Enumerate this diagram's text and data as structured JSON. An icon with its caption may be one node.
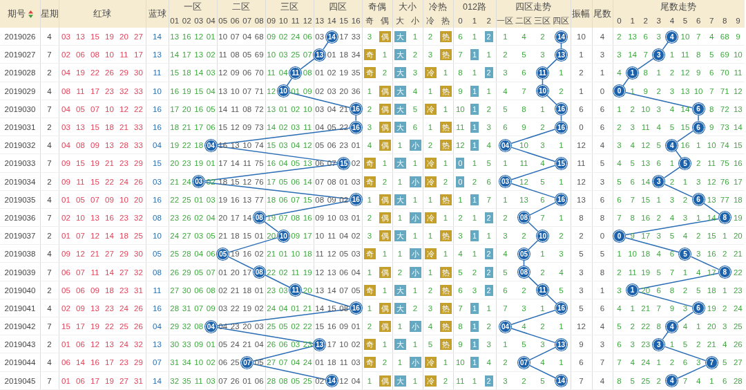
{
  "diagram": {
    "nodes": [
      {
        "text": [
          "14"
        ]
      },
      {
        "text": [
          "14"
        ]
      },
      {
        "text": [
          "4"
        ]
      },
      {
        "text": [
          "13"
        ]
      },
      {
        "text": [
          "13"
        ]
      },
      {
        "text": [
          "3"
        ]
      },
      {
        "text": [
          "11"
        ]
      },
      {
        "text": [
          "11"
        ]
      },
      {
        "text": [
          "1"
        ]
      },
      {
        "text": [
          "10"
        ]
      },
      {
        "text": [
          "10"
        ]
      },
      {
        "text": [
          "0"
        ]
      },
      {
        "text": [
          "16"
        ]
      },
      {
        "text": [
          "16"
        ]
      },
      {
        "text": [
          "6"
        ]
      },
      {
        "text": [
          "16"
        ]
      },
      {
        "text": [
          "16"
        ]
      },
      {
        "text": [
          "6"
        ]
      },
      {
        "text": [
          "04"
        ]
      },
      {
        "text": [
          "04"
        ]
      },
      {
        "text": [
          "4"
        ]
      },
      {
        "text": [
          "15"
        ]
      },
      {
        "text": [
          "15"
        ]
      },
      {
        "text": [
          "5"
        ]
      },
      {
        "text": [
          "03"
        ]
      },
      {
        "text": [
          "03"
        ]
      },
      {
        "text": [
          "3"
        ]
      },
      {
        "text": [
          "16"
        ]
      },
      {
        "text": [
          "16"
        ]
      },
      {
        "text": [
          "6"
        ]
      },
      {
        "text": [
          "08"
        ]
      },
      {
        "text": [
          "08"
        ]
      },
      {
        "text": [
          "8"
        ]
      },
      {
        "text": [
          "10"
        ]
      },
      {
        "text": [
          "10"
        ]
      },
      {
        "text": [
          "0"
        ]
      },
      {
        "text": [
          "05"
        ]
      },
      {
        "text": [
          "05"
        ]
      },
      {
        "text": [
          "5"
        ]
      },
      {
        "text": [
          "08"
        ]
      },
      {
        "text": [
          "08"
        ]
      },
      {
        "text": [
          "8"
        ]
      },
      {
        "text": [
          "11"
        ]
      },
      {
        "text": [
          "11"
        ]
      },
      {
        "text": [
          "1"
        ]
      },
      {
        "text": [
          "16"
        ]
      },
      {
        "text": [
          "16"
        ]
      },
      {
        "text": [
          "6"
        ]
      },
      {
        "text": [
          "04"
        ]
      },
      {
        "text": [
          "04"
        ]
      },
      {
        "text": [
          "4"
        ]
      },
      {
        "text": [
          "13"
        ]
      },
      {
        "text": [
          "13"
        ]
      },
      {
        "text": [
          "3"
        ]
      },
      {
        "text": [
          "07"
        ]
      },
      {
        "text": [
          "07"
        ]
      },
      {
        "text": [
          "7"
        ]
      },
      {
        "text": [
          "14"
        ]
      },
      {
        "text": [
          "14"
        ]
      },
      {
        "text": [
          "4"
        ]
      }
    ],
    "edges": [
      {
        "from": 0,
        "to": 3,
        "arrow": "none"
      },
      {
        "from": 1,
        "to": 4,
        "arrow": "none"
      },
      {
        "from": 2,
        "to": 5,
        "arrow": "none"
      },
      {
        "from": 3,
        "to": 6,
        "arrow": "none"
      },
      {
        "from": 4,
        "to": 7,
        "arrow": "none"
      },
      {
        "from": 5,
        "to": 8,
        "arrow": "none"
      },
      {
        "from": 6,
        "to": 9,
        "arrow": "none"
      },
      {
        "from": 7,
        "to": 10,
        "arrow": "none"
      },
      {
        "from": 8,
        "to": 11,
        "arrow": "none"
      },
      {
        "from": 9,
        "to": 12,
        "arrow": "none"
      },
      {
        "from": 10,
        "to": 13,
        "arrow": "none"
      },
      {
        "from": 11,
        "to": 14,
        "arrow": "none"
      },
      {
        "from": 12,
        "to": 15,
        "arrow": "none"
      },
      {
        "from": 13,
        "to": 16,
        "arrow": "none"
      },
      {
        "from": 14,
        "to": 17,
        "arrow": "none"
      },
      {
        "from": 15,
        "to": 18,
        "arrow": "none"
      },
      {
        "from": 16,
        "to": 19,
        "arrow": "none"
      },
      {
        "from": 17,
        "to": 20,
        "arrow": "none"
      },
      {
        "from": 18,
        "to": 21,
        "arrow": "none"
      },
      {
        "from": 19,
        "to": 22,
        "arrow": "none"
      },
      {
        "from": 20,
        "to": 23,
        "arrow": "none"
      },
      {
        "from": 21,
        "to": 24,
        "arrow": "none"
      },
      {
        "from": 22,
        "to": 25,
        "arrow": "none"
      },
      {
        "from": 23,
        "to": 26,
        "arrow": "none"
      },
      {
        "from": 24,
        "to": 27,
        "arrow": "none"
      },
      {
        "from": 25,
        "to": 28,
        "arrow": "none"
      },
      {
        "from": 26,
        "to": 29,
        "arrow": "none"
      },
      {
        "from": 27,
        "to": 30,
        "arrow": "none"
      },
      {
        "from": 28,
        "to": 31,
        "arrow": "none"
      },
      {
        "from": 29,
        "to": 32,
        "arrow": "none"
      },
      {
        "from": 30,
        "to": 33,
        "arrow": "none"
      },
      {
        "from": 31,
        "to": 34,
        "arrow": "none"
      },
      {
        "from": 32,
        "to": 35,
        "arrow": "none"
      },
      {
        "from": 33,
        "to": 36,
        "arrow": "none"
      },
      {
        "from": 34,
        "to": 37,
        "arrow": "none"
      },
      {
        "from": 35,
        "to": 38,
        "arrow": "none"
      },
      {
        "from": 36,
        "to": 39,
        "arrow": "none"
      },
      {
        "from": 37,
        "to": 40,
        "arrow": "none"
      },
      {
        "from": 38,
        "to": 41,
        "arrow": "none"
      },
      {
        "from": 39,
        "to": 42,
        "arrow": "none"
      },
      {
        "from": 40,
        "to": 43,
        "arrow": "none"
      },
      {
        "from": 41,
        "to": 44,
        "arrow": "none"
      },
      {
        "from": 42,
        "to": 45,
        "arrow": "none"
      },
      {
        "from": 43,
        "to": 46,
        "arrow": "none"
      },
      {
        "from": 44,
        "to": 47,
        "arrow": "none"
      },
      {
        "from": 45,
        "to": 48,
        "arrow": "none"
      },
      {
        "from": 46,
        "to": 49,
        "arrow": "none"
      },
      {
        "from": 47,
        "to": 50,
        "arrow": "none"
      },
      {
        "from": 48,
        "to": 51,
        "arrow": "none"
      },
      {
        "from": 49,
        "to": 52,
        "arrow": "none"
      },
      {
        "from": 50,
        "to": 53,
        "arrow": "none"
      },
      {
        "from": 51,
        "to": 54,
        "arrow": "none"
      },
      {
        "from": 52,
        "to": 55,
        "arrow": "none"
      },
      {
        "from": 53,
        "to": 56,
        "arrow": "none"
      },
      {
        "from": 54,
        "to": 57,
        "arrow": "none"
      },
      {
        "from": 55,
        "to": 58,
        "arrow": "none"
      },
      {
        "from": 56,
        "to": 59,
        "arrow": "none"
      }
    ],
    "labels": [
      "期号",
      "星期",
      "红球",
      "蓝球",
      "一区",
      "二区",
      "三区",
      "四区",
      "奇偶",
      "大小",
      "冷热",
      "012路",
      "四区走势",
      "振幅",
      "尾数",
      "尾数走势",
      "01",
      "02",
      "03",
      "04",
      "05",
      "06",
      "07",
      "08",
      "09",
      "10",
      "11",
      "12",
      "13",
      "14",
      "15",
      "16",
      "奇",
      "偶",
      "大",
      "小",
      "冷",
      "热",
      "0",
      "1",
      "2",
      "一区",
      "二区",
      "三区",
      "四区",
      "0",
      "1",
      "2",
      "3",
      "4",
      "5",
      "6",
      "7",
      "8",
      "9",
      "2019026",
      "4",
      "03",
      "13",
      "15",
      "19",
      "20",
      "27",
      "14",
      "13",
      "16",
      "12",
      "01",
      "10",
      "07",
      "04",
      "68",
      "09",
      "02",
      "24",
      "06",
      "03",
      "17",
      "33",
      "3",
      "偶",
      "大",
      "1",
      "2",
      "热",
      "6",
      "1",
      "2",
      "1",
      "4",
      "2",
      "10",
      "4",
      "2",
      "13",
      "6",
      "3",
      "10",
      "7",
      "4",
      "68",
      "9",
      "2019027",
      "7",
      "02",
      "06",
      "08",
      "10",
      "11",
      "17",
      "13",
      "14",
      "17",
      "13",
      "02",
      "11",
      "08",
      "05",
      "69",
      "10",
      "03",
      "25",
      "07",
      "01",
      "18",
      "34",
      "奇",
      "1",
      "大",
      "2",
      "3",
      "热",
      "7",
      "1",
      "1",
      "2",
      "5",
      "3",
      "1",
      "3",
      "3",
      "14",
      "7",
      "1",
      "11",
      "8",
      "5",
      "69",
      "10",
      "2019028",
      "2",
      "04",
      "19",
      "22",
      "26",
      "29",
      "30",
      "11",
      "15",
      "18",
      "14",
      "03",
      "12",
      "09",
      "06",
      "70",
      "11",
      "04",
      "08",
      "01",
      "02",
      "19",
      "35",
      "奇",
      "2",
      "大",
      "3",
      "冷",
      "1",
      "8",
      "1",
      "2",
      "3",
      "6",
      "1",
      "2",
      "1",
      "4",
      "8",
      "1",
      "2",
      "12",
      "9",
      "6",
      "70",
      "11",
      "2019029",
      "4",
      "08",
      "11",
      "17",
      "23",
      "32",
      "33",
      "10",
      "16",
      "19",
      "15",
      "04",
      "13",
      "10",
      "07",
      "71",
      "12",
      "01",
      "09",
      "02",
      "03",
      "20",
      "36",
      "1",
      "偶",
      "大",
      "4",
      "1",
      "热",
      "9",
      "1",
      "1",
      "4",
      "7",
      "2",
      "1",
      "0",
      "1",
      "9",
      "2",
      "3",
      "13",
      "10",
      "7",
      "71",
      "12",
      "2019030",
      "7",
      "04",
      "05",
      "07",
      "10",
      "12",
      "22",
      "16",
      "17",
      "20",
      "16",
      "05",
      "14",
      "11",
      "08",
      "72",
      "13",
      "01",
      "02",
      "10",
      "03",
      "04",
      "21",
      "2",
      "偶",
      "大",
      "5",
      "冷",
      "1",
      "10",
      "1",
      "2",
      "5",
      "8",
      "1",
      "6",
      "6",
      "1",
      "2",
      "10",
      "3",
      "4",
      "14",
      "8",
      "72",
      "13",
      "2019031",
      "2",
      "03",
      "13",
      "15",
      "18",
      "21",
      "33",
      "16",
      "18",
      "21",
      "17",
      "06",
      "15",
      "12",
      "09",
      "73",
      "14",
      "02",
      "03",
      "11",
      "04",
      "05",
      "22",
      "3",
      "偶",
      "大",
      "6",
      "1",
      "热",
      "11",
      "1",
      "3",
      "6",
      "9",
      "2",
      "0",
      "6",
      "2",
      "3",
      "11",
      "4",
      "5",
      "15",
      "9",
      "73",
      "14",
      "2019032",
      "4",
      "04",
      "08",
      "09",
      "13",
      "28",
      "33",
      "04",
      "19",
      "22",
      "18",
      "16",
      "13",
      "10",
      "74",
      "15",
      "03",
      "04",
      "12",
      "05",
      "06",
      "23",
      "01",
      "4",
      "偶",
      "1",
      "小",
      "2",
      "热",
      "12",
      "1",
      "4",
      "10",
      "3",
      "1",
      "12",
      "4",
      "3",
      "4",
      "12",
      "5",
      "16",
      "1",
      "10",
      "74",
      "15",
      "2019033",
      "7",
      "09",
      "15",
      "19",
      "21",
      "23",
      "29",
      "15",
      "20",
      "23",
      "19",
      "01",
      "17",
      "14",
      "11",
      "75",
      "16",
      "04",
      "05",
      "13",
      "06",
      "07",
      "02",
      "奇",
      "1",
      "大",
      "1",
      "冷",
      "1",
      "0",
      "1",
      "5",
      "1",
      "11",
      "4",
      "11",
      "5",
      "4",
      "5",
      "13",
      "6",
      "1",
      "2",
      "11",
      "75",
      "16",
      "2019034",
      "2",
      "09",
      "11",
      "15",
      "22",
      "24",
      "26",
      "03",
      "21",
      "24",
      "02",
      "18",
      "15",
      "12",
      "76",
      "17",
      "05",
      "06",
      "14",
      "07",
      "08",
      "01",
      "03",
      "奇",
      "2",
      "1",
      "小",
      "冷",
      "2",
      "0",
      "2",
      "6",
      "12",
      "5",
      "1",
      "12",
      "3",
      "5",
      "6",
      "14",
      "2",
      "1",
      "3",
      "12",
      "76",
      "17",
      "2019035",
      "4",
      "01",
      "05",
      "07",
      "09",
      "10",
      "20",
      "16",
      "22",
      "25",
      "01",
      "03",
      "19",
      "16",
      "13",
      "77",
      "18",
      "06",
      "07",
      "15",
      "08",
      "09",
      "02",
      "1",
      "偶",
      "大",
      "1",
      "1",
      "热",
      "1",
      "1",
      "7",
      "1",
      "13",
      "6",
      "13",
      "6",
      "6",
      "7",
      "15",
      "1",
      "3",
      "2",
      "13",
      "77",
      "18",
      "2019036",
      "7",
      "02",
      "10",
      "13",
      "16",
      "23",
      "32",
      "08",
      "23",
      "26",
      "02",
      "04",
      "20",
      "17",
      "14",
      "19",
      "07",
      "08",
      "16",
      "09",
      "10",
      "03",
      "01",
      "2",
      "偶",
      "1",
      "小",
      "冷",
      "1",
      "2",
      "1",
      "2",
      "2",
      "7",
      "1",
      "8",
      "8",
      "7",
      "8",
      "16",
      "2",
      "4",
      "3",
      "1",
      "14",
      "19",
      "2019037",
      "2",
      "01",
      "07",
      "12",
      "14",
      "18",
      "25",
      "10",
      "24",
      "27",
      "03",
      "05",
      "21",
      "18",
      "15",
      "01",
      "20",
      "09",
      "17",
      "10",
      "11",
      "04",
      "02",
      "3",
      "偶",
      "大",
      "1",
      "1",
      "热",
      "3",
      "1",
      "1",
      "3",
      "2",
      "2",
      "2",
      "0",
      "9",
      "17",
      "3",
      "5",
      "4",
      "2",
      "15",
      "1",
      "20",
      "2019038",
      "4",
      "09",
      "12",
      "21",
      "27",
      "29",
      "30",
      "05",
      "25",
      "28",
      "04",
      "06",
      "19",
      "16",
      "02",
      "21",
      "01",
      "10",
      "18",
      "11",
      "12",
      "05",
      "03",
      "奇",
      "1",
      "1",
      "小",
      "冷",
      "1",
      "4",
      "1",
      "2",
      "4",
      "1",
      "3",
      "5",
      "5",
      "1",
      "10",
      "18",
      "4",
      "6",
      "3",
      "16",
      "2",
      "21",
      "2019039",
      "7",
      "06",
      "07",
      "11",
      "14",
      "27",
      "32",
      "08",
      "26",
      "29",
      "05",
      "07",
      "01",
      "20",
      "17",
      "22",
      "02",
      "11",
      "19",
      "12",
      "13",
      "06",
      "04",
      "1",
      "偶",
      "2",
      "小",
      "1",
      "热",
      "5",
      "2",
      "2",
      "5",
      "2",
      "4",
      "3",
      "8",
      "2",
      "11",
      "19",
      "5",
      "7",
      "1",
      "4",
      "17",
      "22",
      "2019040",
      "2",
      "05",
      "06",
      "09",
      "18",
      "23",
      "31",
      "11",
      "27",
      "30",
      "06",
      "08",
      "02",
      "21",
      "18",
      "01",
      "23",
      "03",
      "20",
      "13",
      "14",
      "07",
      "05",
      "奇",
      "1",
      "大",
      "1",
      "2",
      "热",
      "6",
      "3",
      "2",
      "6",
      "2",
      "5",
      "3",
      "1",
      "3",
      "20",
      "6",
      "8",
      "2",
      "5",
      "18",
      "1",
      "23",
      "2019041",
      "4",
      "02",
      "09",
      "13",
      "23",
      "24",
      "26",
      "16",
      "28",
      "31",
      "07",
      "09",
      "03",
      "22",
      "19",
      "02",
      "24",
      "04",
      "01",
      "21",
      "14",
      "15",
      "08",
      "1",
      "偶",
      "大",
      "2",
      "3",
      "热",
      "7",
      "1",
      "1",
      "7",
      "3",
      "1",
      "5",
      "6",
      "4",
      "1",
      "21",
      "7",
      "9",
      "3",
      "19",
      "2",
      "24",
      "2019042",
      "7",
      "15",
      "17",
      "19",
      "22",
      "25",
      "26",
      "04",
      "29",
      "32",
      "08",
      "04",
      "23",
      "20",
      "03",
      "25",
      "05",
      "02",
      "22",
      "15",
      "16",
      "09",
      "01",
      "2",
      "偶",
      "1",
      "小",
      "4",
      "热",
      "8",
      "1",
      "2",
      "4",
      "2",
      "1",
      "12",
      "4",
      "5",
      "2",
      "22",
      "8",
      "4",
      "1",
      "20",
      "3",
      "25",
      "2019043",
      "2",
      "01",
      "06",
      "12",
      "13",
      "24",
      "32",
      "13",
      "30",
      "33",
      "09",
      "01",
      "05",
      "24",
      "21",
      "04",
      "26",
      "06",
      "03",
      "23",
      "17",
      "10",
      "02",
      "奇",
      "1",
      "大",
      "1",
      "5",
      "热",
      "9",
      "1",
      "3",
      "1",
      "5",
      "3",
      "9",
      "3",
      "6",
      "3",
      "23",
      "1",
      "5",
      "2",
      "21",
      "4",
      "26",
      "2019044",
      "4",
      "06",
      "14",
      "16",
      "17",
      "23",
      "29",
      "07",
      "31",
      "34",
      "10",
      "02",
      "06",
      "25",
      "05",
      "27",
      "07",
      "04",
      "24",
      "01",
      "18",
      "11",
      "03",
      "奇",
      "2",
      "1",
      "小",
      "冷",
      "1",
      "10",
      "1",
      "4",
      "2",
      "4",
      "1",
      "6",
      "7",
      "7",
      "4",
      "24",
      "1",
      "2",
      "6",
      "3",
      "5",
      "27",
      "2019045",
      "7",
      "01",
      "06",
      "17",
      "19",
      "27",
      "31",
      "14",
      "32",
      "35",
      "11",
      "03",
      "07",
      "26",
      "01",
      "06",
      "28",
      "08",
      "05",
      "25",
      "02",
      "12",
      "04",
      "1",
      "偶",
      "大",
      "1",
      "冷",
      "2",
      "11",
      "1",
      "2",
      "3",
      "2",
      "5",
      "7",
      "4",
      "8",
      "5",
      "25",
      "2",
      "7",
      "4",
      "1",
      "6",
      "28"
    ]
  }
}
